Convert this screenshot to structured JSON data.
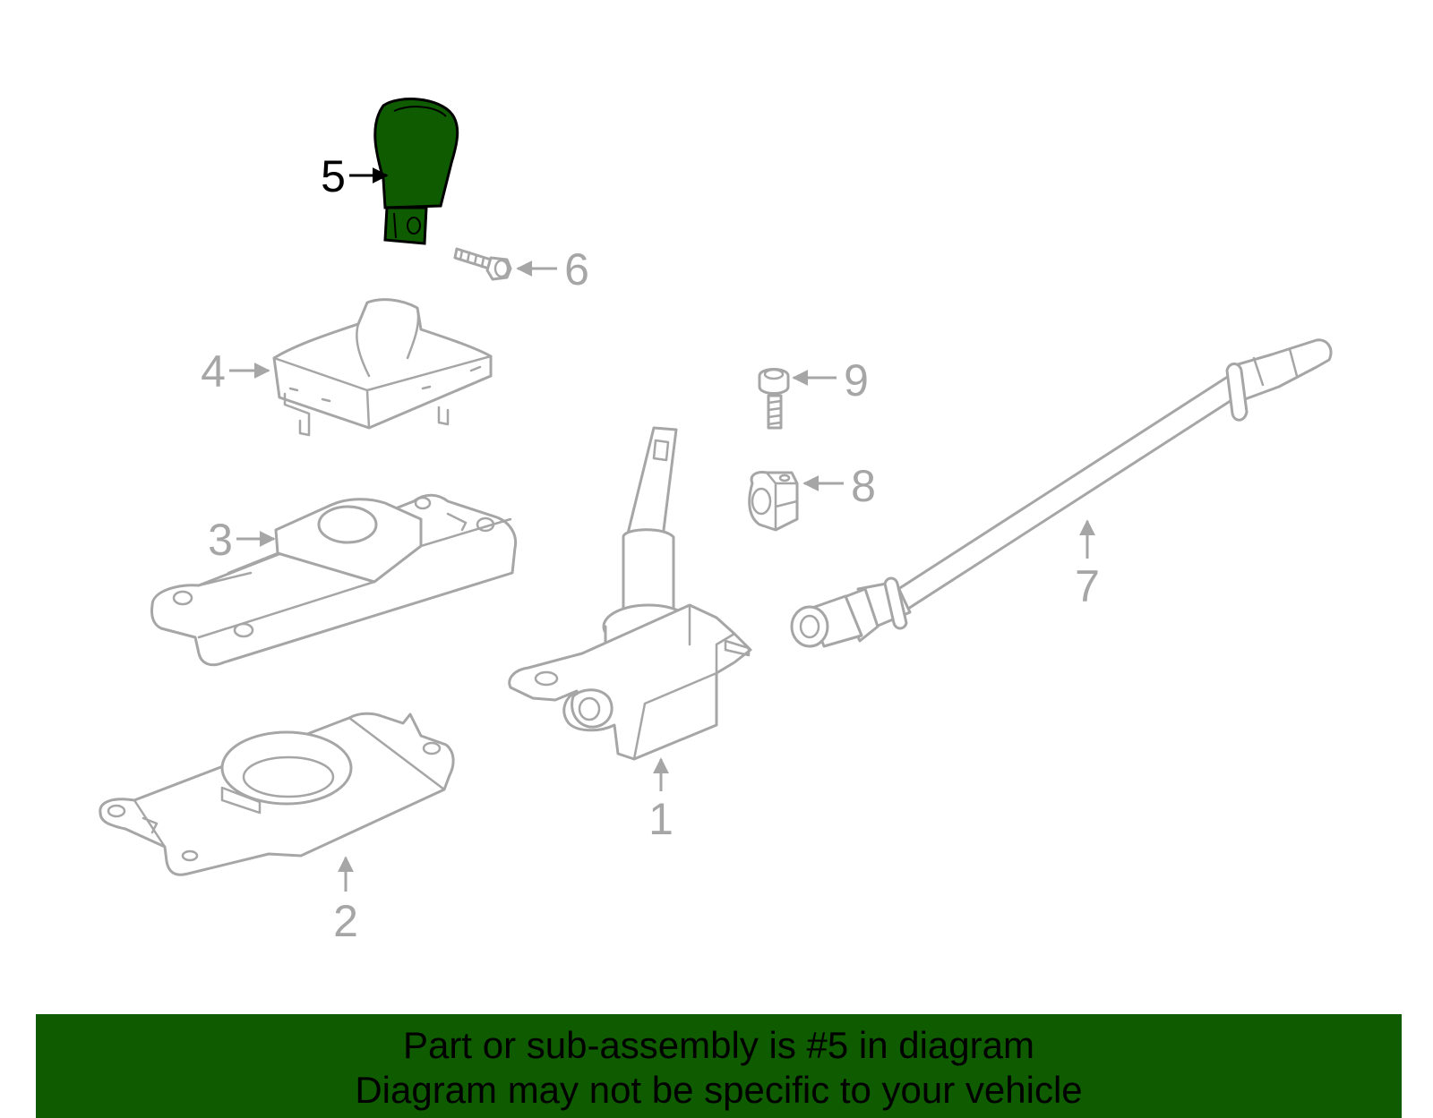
{
  "diagram": {
    "highlight_color": "#0f5c00",
    "part_stroke_color": "#a6a6a6",
    "callouts": [
      {
        "num": "1",
        "part": "shifter-assembly",
        "active": false
      },
      {
        "num": "2",
        "part": "base-plate",
        "active": false
      },
      {
        "num": "3",
        "part": "bezel",
        "active": false
      },
      {
        "num": "4",
        "part": "boot",
        "active": false
      },
      {
        "num": "5",
        "part": "shift-knob",
        "active": true
      },
      {
        "num": "6",
        "part": "screw",
        "active": false
      },
      {
        "num": "7",
        "part": "shift-cable",
        "active": false
      },
      {
        "num": "8",
        "part": "clip",
        "active": false
      },
      {
        "num": "9",
        "part": "bolt",
        "active": false
      }
    ]
  },
  "banner": {
    "background_color": "#0f5c00",
    "line1": "Part or sub-assembly is #5 in diagram",
    "line2": "Diagram may not be specific to your vehicle"
  }
}
